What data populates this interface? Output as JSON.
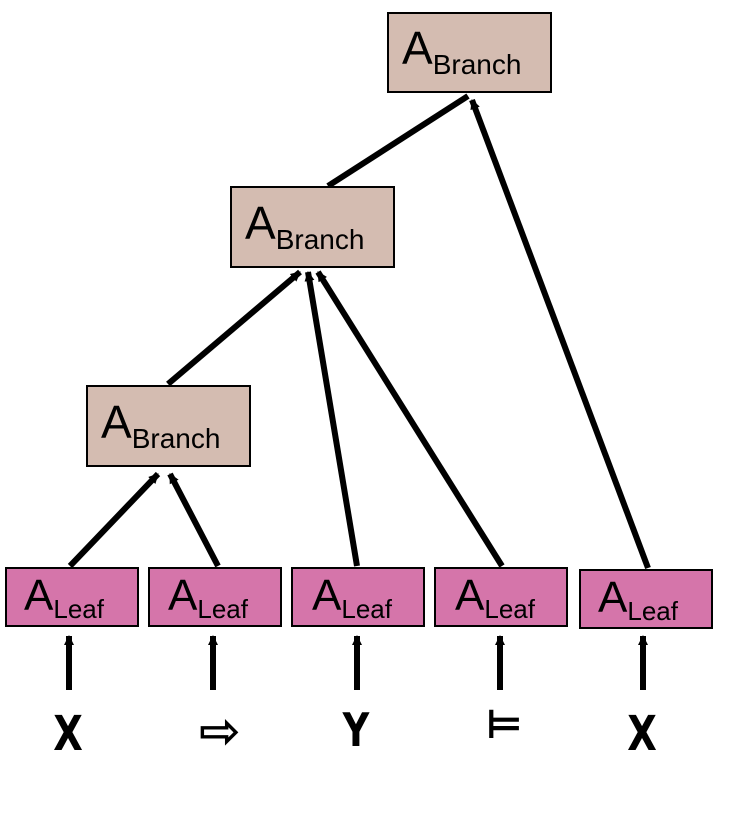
{
  "colors": {
    "branch_fill": "#d4bcb1",
    "leaf_fill": "#d575aa",
    "stroke": "#000000"
  },
  "branch_nodes": [
    {
      "main": "A",
      "sub": "Branch"
    },
    {
      "main": "A",
      "sub": "Branch"
    },
    {
      "main": "A",
      "sub": "Branch"
    }
  ],
  "leaf_nodes": [
    {
      "main": "A",
      "sub": "Leaf"
    },
    {
      "main": "A",
      "sub": "Leaf"
    },
    {
      "main": "A",
      "sub": "Leaf"
    },
    {
      "main": "A",
      "sub": "Leaf"
    },
    {
      "main": "A",
      "sub": "Leaf"
    }
  ],
  "input_tokens": [
    {
      "symbol": "X",
      "icon": "letter-x"
    },
    {
      "symbol": "⇨",
      "icon": "outlined-right-arrow"
    },
    {
      "symbol": "Y",
      "icon": "letter-y"
    },
    {
      "symbol": "⊨",
      "icon": "models-turnstile"
    },
    {
      "symbol": "X",
      "icon": "letter-x"
    }
  ]
}
